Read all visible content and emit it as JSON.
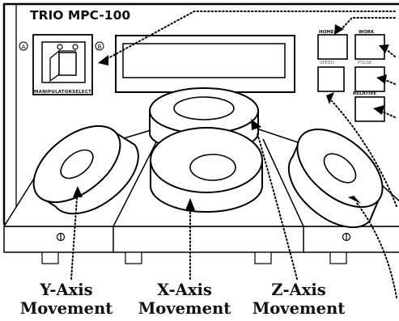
{
  "device": {
    "title": "TRIO MPC-100",
    "manipulator_select_label": "MANIPULATORSELECT",
    "switch_positions": [
      "A",
      "B"
    ]
  },
  "buttons": {
    "home": "HOME",
    "work": "WORK",
    "speed": "SPEED",
    "pulse": "PULSE",
    "relative": "RELATIVE"
  },
  "labels": {
    "y_axis": {
      "line1": "Y-Axis",
      "line2": "Movement"
    },
    "x_axis": {
      "line1": "X-Axis",
      "line2": "Movement"
    },
    "z_axis": {
      "line1": "Z-Axis",
      "line2": "Movement"
    }
  }
}
